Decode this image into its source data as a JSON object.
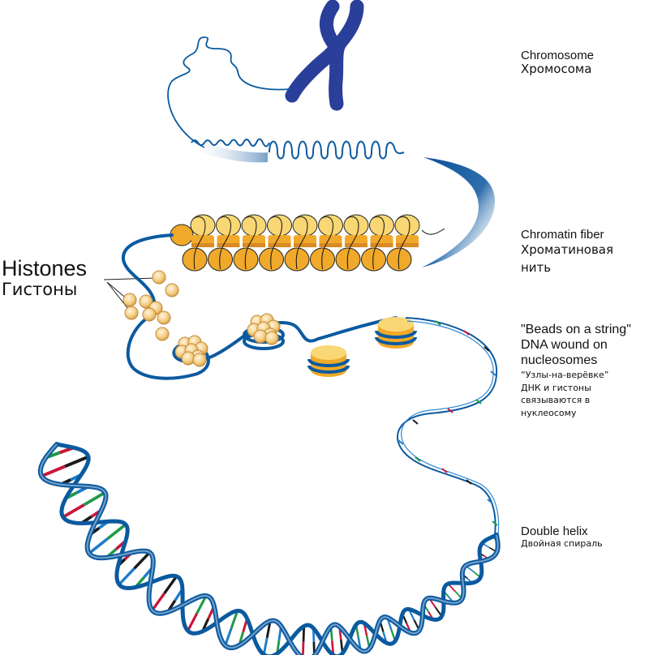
{
  "diagram": {
    "title": "From DNA double helix to chromosome",
    "colors": {
      "chromosome": "#2a3f99",
      "dna_blue": "#0b5aa0",
      "histone_gold": "#f0a92a",
      "histone_light": "#f8d774",
      "histone_bead": "#f6cf84",
      "base_green": "#1e9a48",
      "base_red": "#c8173a",
      "base_black": "#1a1a1a",
      "base_blue": "#1f7ccc"
    },
    "labels": {
      "chromosome": {
        "en": "Chromosome",
        "ru": "Хромосома"
      },
      "chromatin": {
        "en": "Chromatin fiber",
        "ru_line1": "Хроматиновая",
        "ru_line2": "нить"
      },
      "beads": {
        "en_line1": "\"Beads on a string\"",
        "en_line2": "DNA wound on",
        "en_line3": "nucleosomes",
        "ru_line1": "“Узлы-на-верёвке”",
        "ru_line2": "ДНК и гистоны",
        "ru_line3": "связываются в",
        "ru_line4": "нуклеосому"
      },
      "helix": {
        "en": "Double helix",
        "ru": "Двойная спираль"
      },
      "histones": {
        "en": "Histones",
        "ru": "Гистоны"
      }
    },
    "structures": [
      {
        "id": "chromosome",
        "name": "Chromosome"
      },
      {
        "id": "chromatin-fiber",
        "name": "Chromatin fiber",
        "nucleosome_pairs": 9
      },
      {
        "id": "beads-on-string",
        "name": "Nucleosomes",
        "count": 4
      },
      {
        "id": "double-helix",
        "name": "Double helix"
      }
    ]
  }
}
